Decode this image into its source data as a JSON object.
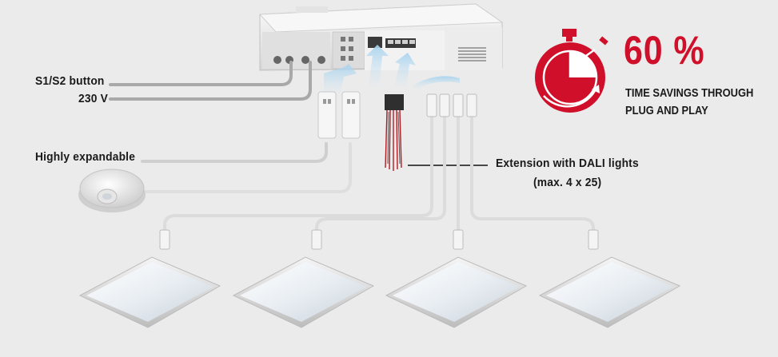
{
  "labels": {
    "s1s2": "S1/S2 button",
    "v230": "230 V",
    "expandable": "Highly expandable",
    "extension_line1": "Extension with DALI lights",
    "extension_line2": "(max. 4 x 25)"
  },
  "badge": {
    "percent": "60 %",
    "line1": "TIME SAVINGS THROUGH",
    "line2": "PLUG AND PLAY"
  },
  "colors": {
    "accent": "#d0102a",
    "background": "#ebebeb",
    "cable": "#a9a9a9",
    "dali_wires": "#b01c24"
  },
  "icons": [
    "stopwatch-icon",
    "motion-sensor-icon",
    "led-panel-icon",
    "control-unit-icon",
    "rj45-plug-icon",
    "dali-connector-icon"
  ]
}
